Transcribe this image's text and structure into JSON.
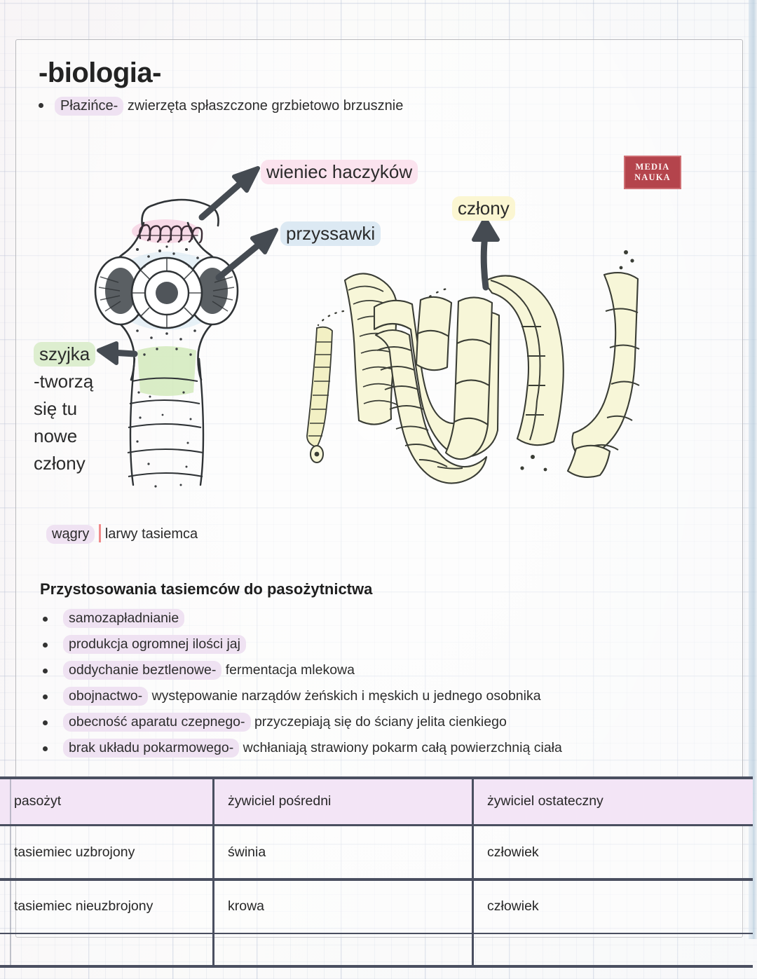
{
  "page": {
    "title": "-biologia-",
    "lead_bullet": {
      "highlight": "Płazińce-",
      "rest": "zwierzęta spłaszczone grzbietowo brzusznie"
    }
  },
  "badge": {
    "line1": "MEDIA",
    "line2": "NAUKA",
    "color": "#b4444c"
  },
  "diagram": {
    "labels": {
      "hooks": "wieniec haczyków",
      "suckers": "przyssawki",
      "segments": "człony",
      "neck_line1": "szyjka",
      "neck_line2": "-tworzą",
      "neck_line3": "się tu",
      "neck_line4": "nowe",
      "neck_line5": "człony"
    },
    "caption": {
      "highlight": "wągry",
      "rest": "larwy tasiemca"
    },
    "highlight_colors": {
      "hooks": "#fbe3ee",
      "suckers": "#dce9f3",
      "segments": "#fbf6d2",
      "neck": "#ddeecf",
      "caption": "#efe2f2"
    }
  },
  "adaptations": {
    "heading": "Przystosowania tasiemców do pasożytnictwa",
    "items": [
      {
        "highlight": "samozapładnianie",
        "rest": ""
      },
      {
        "highlight": "produkcja ogromnej ilości jaj",
        "rest": ""
      },
      {
        "highlight": "oddychanie beztlenowe-",
        "rest": "fermentacja mlekowa"
      },
      {
        "highlight": "obojnactwo-",
        "rest": "występowanie narządów żeńskich i męskich u jednego osobnika"
      },
      {
        "highlight": "obecność aparatu czepnego-",
        "rest": "przyczepiają się do ściany jelita cienkiego"
      },
      {
        "highlight": "brak układu pokarmowego-",
        "rest": "wchłaniają strawiony pokarm całą powierzchnią ciała"
      }
    ]
  },
  "table": {
    "headers": [
      "pasożyt",
      "żywiciel pośredni",
      "żywiciel ostateczny"
    ],
    "rows": [
      [
        "tasiemiec uzbrojony",
        "świnia",
        "człowiek"
      ],
      [
        "tasiemiec nieuzbrojony",
        "krowa",
        "człowiek"
      ]
    ],
    "header_fill": "#f3e5f6"
  }
}
